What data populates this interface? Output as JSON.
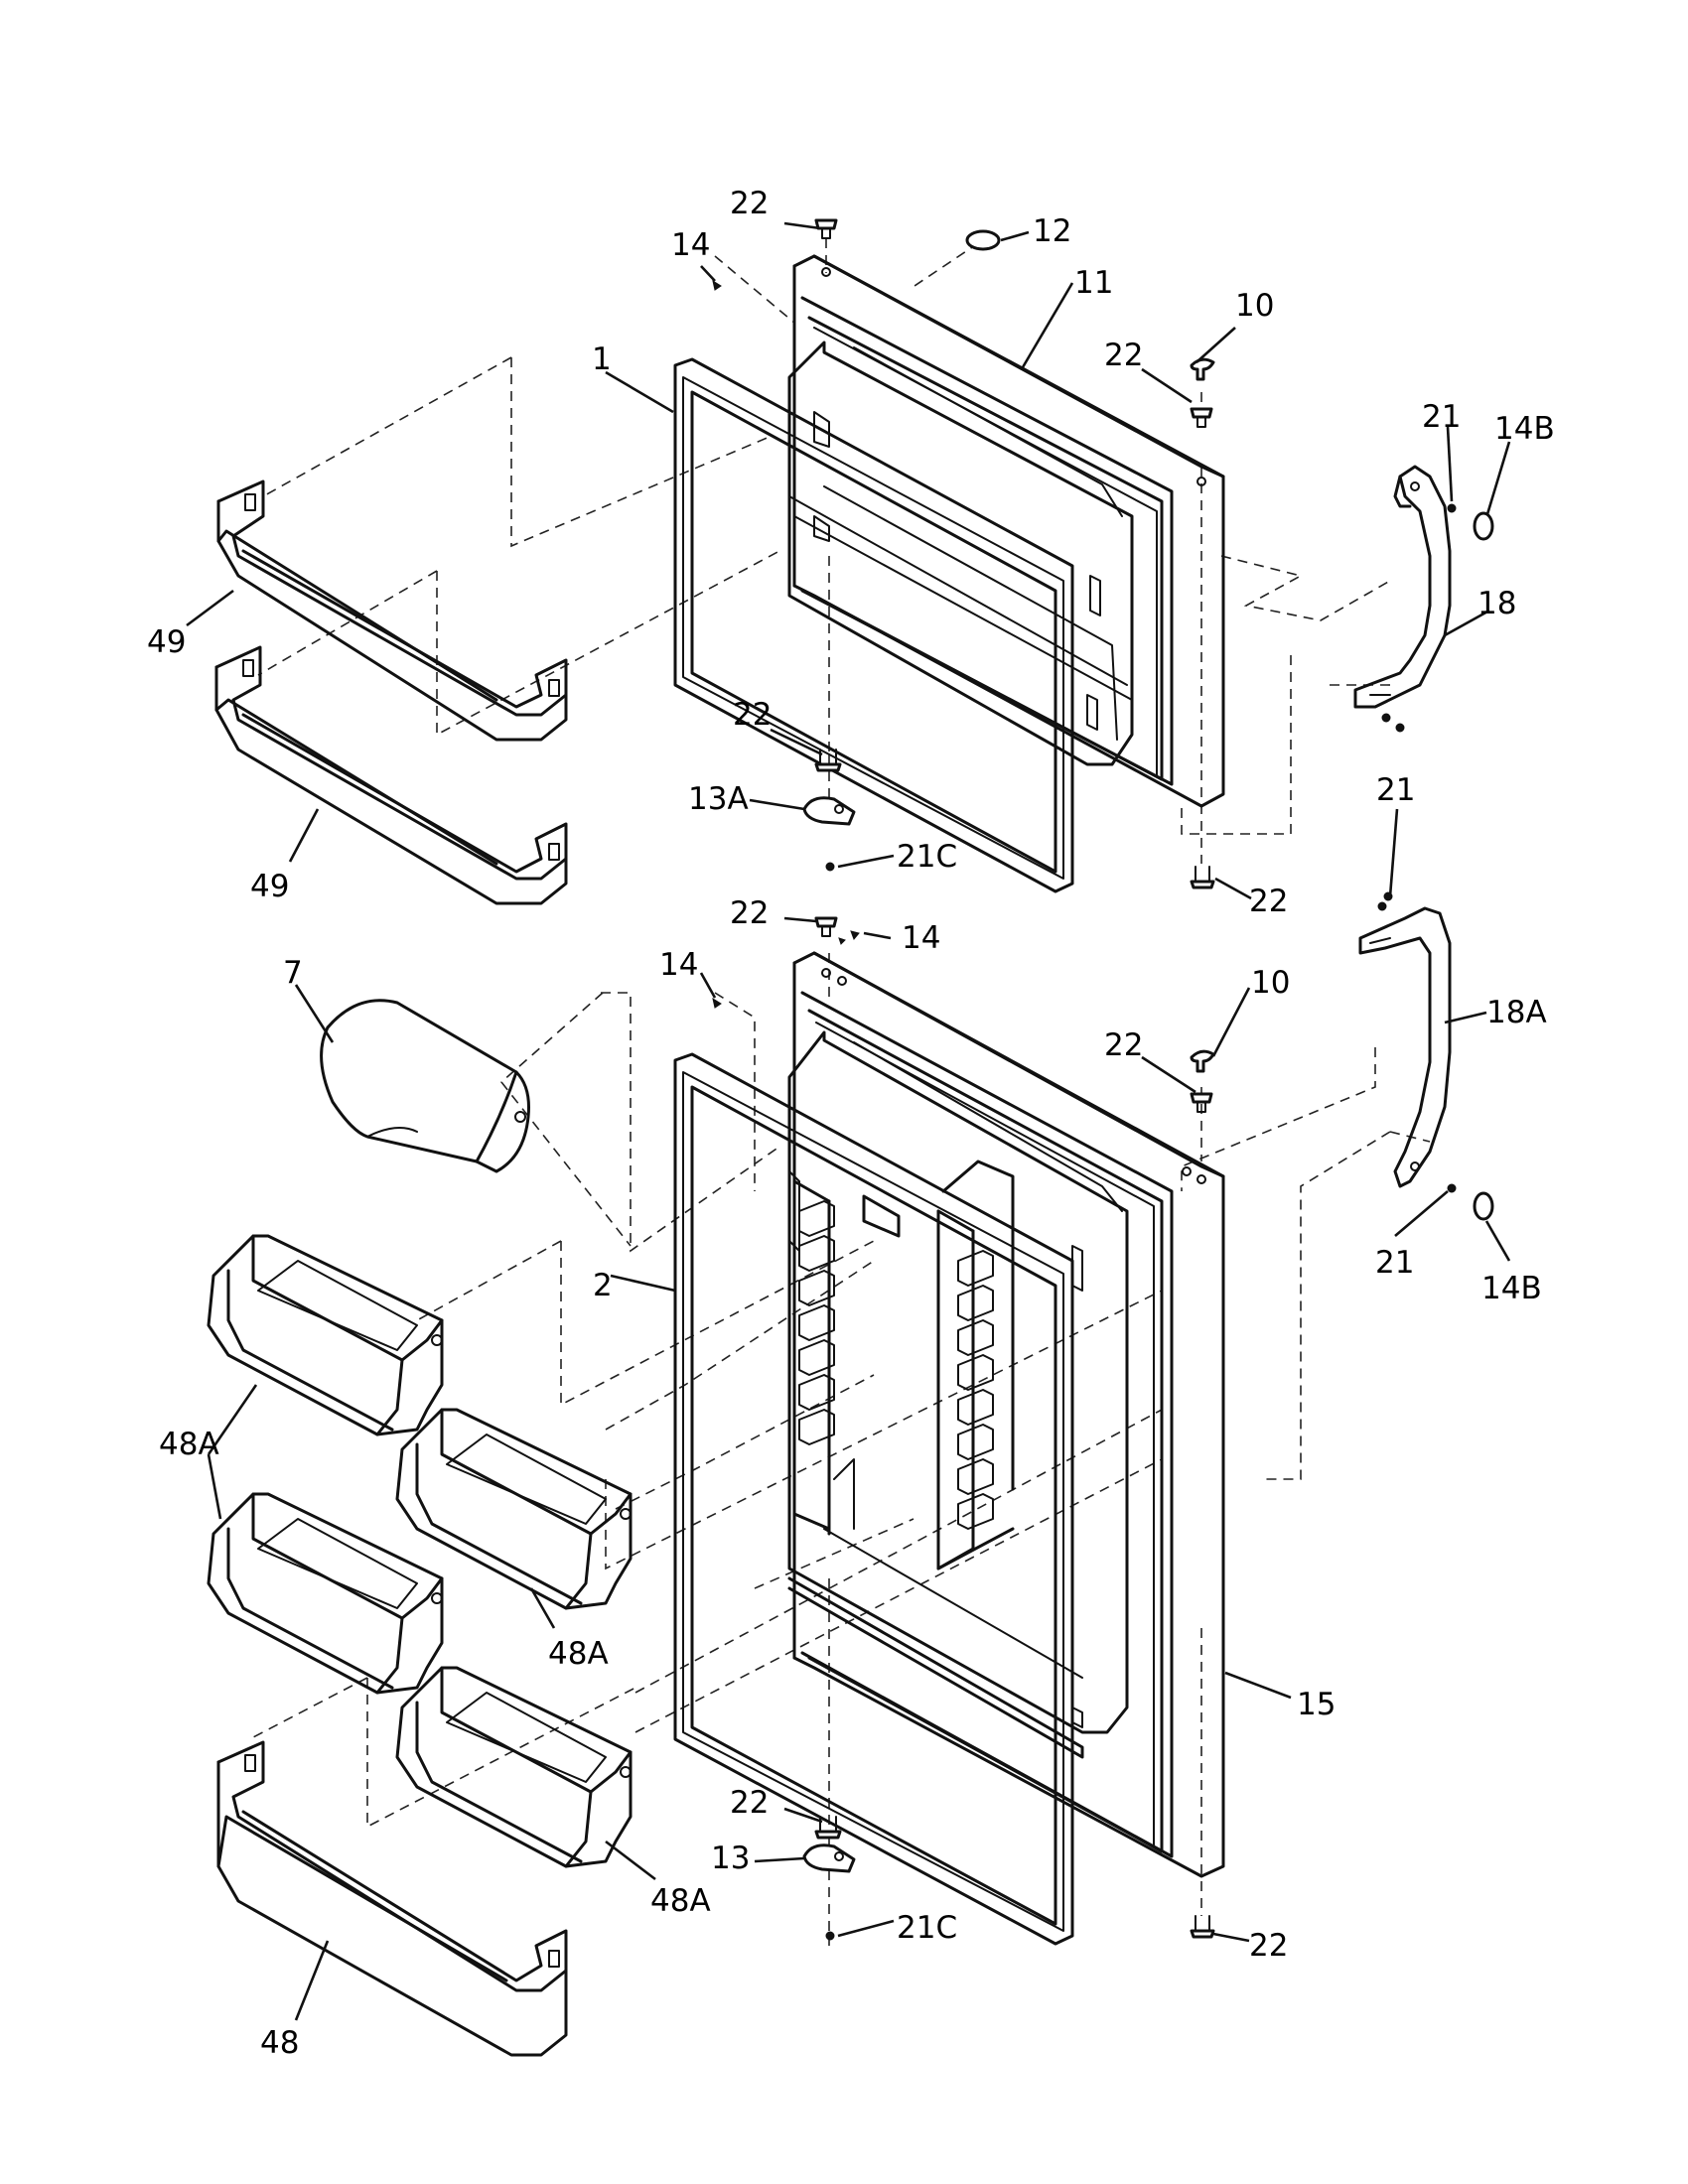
{
  "diagram": {
    "callouts": [
      {
        "id": "c-22-top",
        "text": "22"
      },
      {
        "id": "c-12",
        "text": "12"
      },
      {
        "id": "c-14-upper",
        "text": "14"
      },
      {
        "id": "c-11",
        "text": "11"
      },
      {
        "id": "c-10-upper",
        "text": "10"
      },
      {
        "id": "c-1",
        "text": "1"
      },
      {
        "id": "c-22-upper-r",
        "text": "22"
      },
      {
        "id": "c-21-upper",
        "text": "21"
      },
      {
        "id": "c-14b-upper",
        "text": "14B"
      },
      {
        "id": "c-49-a",
        "text": "49"
      },
      {
        "id": "c-18",
        "text": "18"
      },
      {
        "id": "c-22-mid-l",
        "text": "22"
      },
      {
        "id": "c-21-mid",
        "text": "21"
      },
      {
        "id": "c-13a",
        "text": "13A"
      },
      {
        "id": "c-49-b",
        "text": "49"
      },
      {
        "id": "c-21c-upper",
        "text": "21C"
      },
      {
        "id": "c-22-mid-r",
        "text": "22"
      },
      {
        "id": "c-22-lower-top",
        "text": "22"
      },
      {
        "id": "c-14-lower-r",
        "text": "14"
      },
      {
        "id": "c-7",
        "text": "7"
      },
      {
        "id": "c-14-lower-l",
        "text": "14"
      },
      {
        "id": "c-10-lower",
        "text": "10"
      },
      {
        "id": "c-18a",
        "text": "18A"
      },
      {
        "id": "c-22-lower-r",
        "text": "22"
      },
      {
        "id": "c-2",
        "text": "2"
      },
      {
        "id": "c-21-lower",
        "text": "21"
      },
      {
        "id": "c-14b-lower",
        "text": "14B"
      },
      {
        "id": "c-48a-a",
        "text": "48A"
      },
      {
        "id": "c-48a-b",
        "text": "48A"
      },
      {
        "id": "c-15",
        "text": "15"
      },
      {
        "id": "c-22-bot-l",
        "text": "22"
      },
      {
        "id": "c-13",
        "text": "13"
      },
      {
        "id": "c-48a-c",
        "text": "48A"
      },
      {
        "id": "c-21c-lower",
        "text": "21C"
      },
      {
        "id": "c-22-bot-r",
        "text": "22"
      },
      {
        "id": "c-48",
        "text": "48"
      }
    ]
  }
}
